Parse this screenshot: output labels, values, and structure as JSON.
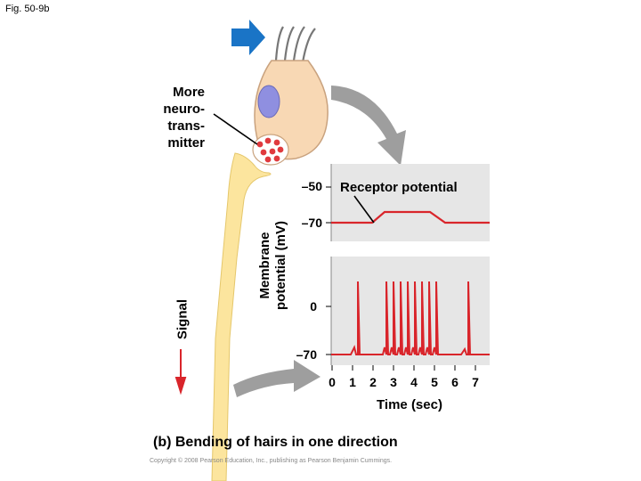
{
  "figure_label": "Fig. 50-9b",
  "neurotransmitter_label": [
    "More",
    "neuro-",
    "trans-",
    "mitter"
  ],
  "signal_label": "Signal",
  "y_axis_label": [
    "Membrane",
    "potential (mV)"
  ],
  "top_panel": {
    "ticks": [
      "–50",
      "–70"
    ],
    "annotation": "Receptor potential"
  },
  "bottom_panel": {
    "ticks": [
      "0",
      "–70"
    ]
  },
  "x_ticks": [
    "0",
    "1",
    "2",
    "3",
    "4",
    "5",
    "6",
    "7"
  ],
  "x_label": "Time (sec)",
  "caption": "(b) Bending of hairs in one direction",
  "copyright": "Copyright © 2008 Pearson Education, Inc., publishing as Pearson Benjamin Cummings.",
  "colors": {
    "cell_body": "#f8d8b4",
    "neuron_fiber": "#fce59e",
    "trace": "#d9252b",
    "panel_bg": "#e6e6e6",
    "arrow_blue": "#1a74c6",
    "arrow_gray": "#999999",
    "vesicle": "#e03a3e"
  },
  "icons": [
    "right-arrow-icon",
    "down-arrow-icon"
  ]
}
